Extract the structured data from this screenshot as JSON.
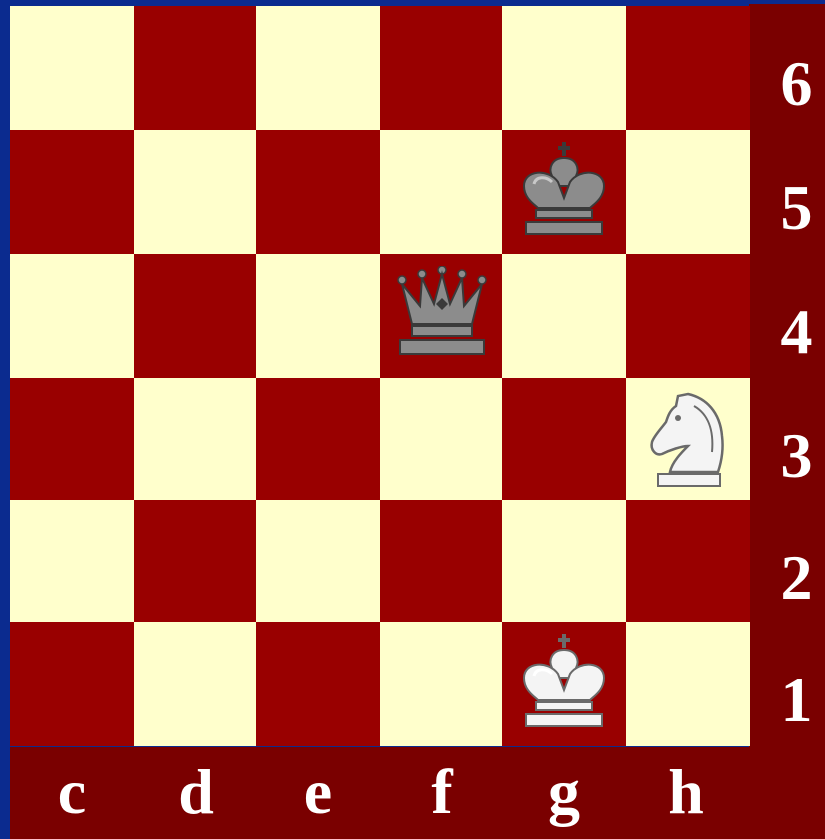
{
  "board": {
    "files": [
      "c",
      "d",
      "e",
      "f",
      "g",
      "h"
    ],
    "ranks": [
      "6",
      "5",
      "4",
      "3",
      "2",
      "1"
    ],
    "colors": {
      "light_square": "#ffffcc",
      "dark_square": "#990000",
      "border": "#7a0000",
      "background": "#0b2b8f"
    },
    "pieces": [
      {
        "square": "g5",
        "color": "black",
        "type": "king",
        "icon": "black-king-icon"
      },
      {
        "square": "f4",
        "color": "black",
        "type": "queen",
        "icon": "black-queen-icon"
      },
      {
        "square": "h3",
        "color": "white",
        "type": "knight",
        "icon": "white-knight-icon"
      },
      {
        "square": "g1",
        "color": "white",
        "type": "king",
        "icon": "white-king-icon"
      }
    ]
  }
}
